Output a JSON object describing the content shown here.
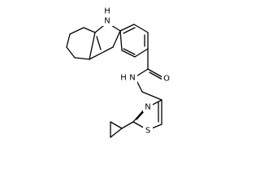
{
  "molecule": {
    "atoms": {
      "nh_indole": "H",
      "n_indole": "N",
      "o_carbonyl": "O",
      "n_amide": "N",
      "h_amide": "H",
      "n_thiazole": "N",
      "s_thiazole": "S"
    }
  }
}
